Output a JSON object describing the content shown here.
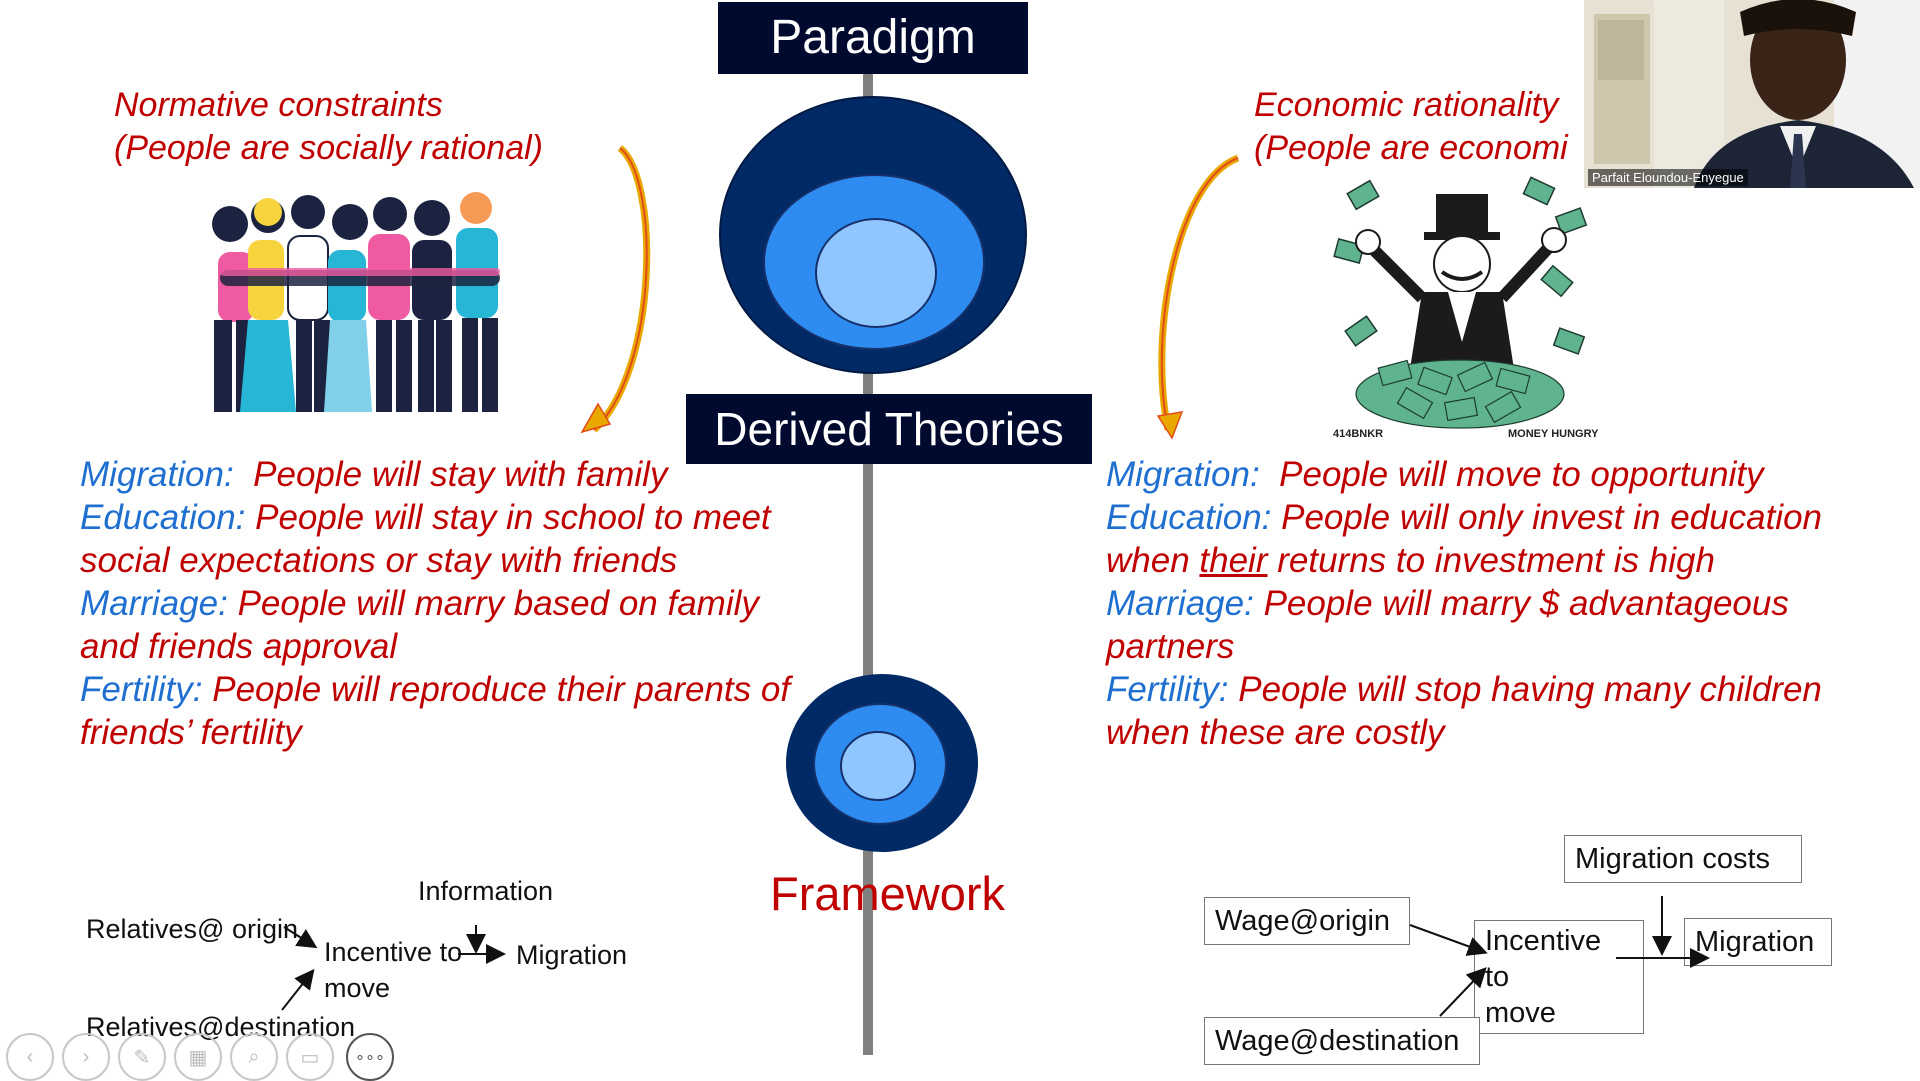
{
  "slide": {
    "title_top": "Paradigm",
    "title_mid": "Derived Theories",
    "title_bottom": "Framework",
    "left": {
      "heading_line1": "Normative constraints",
      "heading_line2": "(People are socially rational)",
      "items": [
        {
          "key": "Migration",
          "sep": ":  ",
          "text": "People will stay with family"
        },
        {
          "key": "Education",
          "sep": ": ",
          "text": "People will stay in school to meet social expectations or stay with friends"
        },
        {
          "key": "Marriage",
          "sep": ": ",
          "text": "People will marry based on family and friends approval"
        },
        {
          "key": "Fertility",
          "sep": ": ",
          "text": "People will reproduce their parents of friends’ fertility"
        }
      ],
      "diagram": {
        "information": "Information",
        "relatives_origin": "Relatives@ origin",
        "incentive_line1": "Incentive to",
        "incentive_line2": "move",
        "migration": "Migration",
        "relatives_destination": "Relatives@destination"
      }
    },
    "right": {
      "heading_line1": "Economic rationality",
      "heading_line2": "(People are economi",
      "image_caption_left": "414BNKR",
      "image_caption_right": "MONEY HUNGRY",
      "items": [
        {
          "key": "Migration",
          "sep": ":  ",
          "text": "People will move to opportunity"
        },
        {
          "key": "Education",
          "sep": ": ",
          "text_before": "People will only invest in education when ",
          "underlined": "their",
          "text_after": " returns to investment is high"
        },
        {
          "key": "Marriage",
          "sep": ": ",
          "text": "People will marry $ advantageous partners"
        },
        {
          "key": "Fertility",
          "sep": ": ",
          "text": "People will stop having many children when these are costly"
        }
      ],
      "diagram": {
        "migration_costs": "Migration costs",
        "wage_origin": "Wage@origin",
        "incentive_line1": "Incentive to",
        "incentive_line2": "move",
        "migration": "Migration",
        "wage_destination": "Wage@destination"
      }
    }
  },
  "video": {
    "participant_name": "Parfait Eloundou-Enyegue"
  },
  "controls": [
    {
      "name": "previous-slide-button",
      "icon": "chevron-left-icon",
      "glyph": "‹"
    },
    {
      "name": "next-slide-button",
      "icon": "chevron-right-icon",
      "glyph": "›"
    },
    {
      "name": "pen-button",
      "icon": "pen-icon",
      "glyph": "✎"
    },
    {
      "name": "slides-grid-button",
      "icon": "grid-icon",
      "glyph": "▦"
    },
    {
      "name": "zoom-button",
      "icon": "magnifier-icon",
      "glyph": "⌕"
    },
    {
      "name": "subtitles-button",
      "icon": "subtitles-icon",
      "glyph": "▭"
    },
    {
      "name": "more-options-button",
      "icon": "more-icon",
      "glyph": "∘∘∘"
    }
  ],
  "colors": {
    "title_box": "#000a2e",
    "red_text": "#c00000",
    "blue_text": "#1f6fd1",
    "circle_outer": "#002a66",
    "circle_mid": "#2e8cf0",
    "circle_inner": "#8fc6ff",
    "spine": "#808080"
  }
}
